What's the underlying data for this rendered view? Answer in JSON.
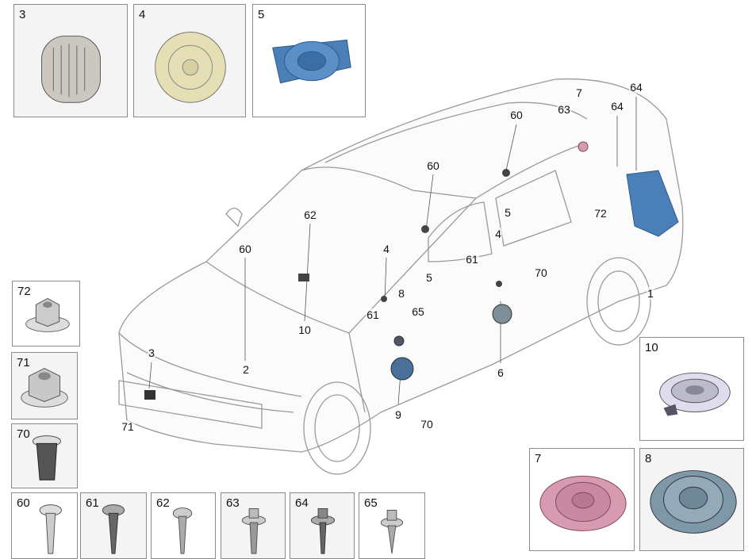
{
  "thumbnails": {
    "t3": "3",
    "t4": "4",
    "t5": "5",
    "t72": "72",
    "t71": "71",
    "t70": "70",
    "t60": "60",
    "t61": "61",
    "t62": "62",
    "t63": "63",
    "t64": "64",
    "t65": "65",
    "t10": "10",
    "t7": "7",
    "t8": "8"
  },
  "callouts": [
    "7",
    "63",
    "64",
    "64",
    "60",
    "60",
    "62",
    "60",
    "4",
    "5",
    "5",
    "4",
    "61",
    "70",
    "1",
    "72",
    "8",
    "65",
    "61",
    "10",
    "2",
    "3",
    "71",
    "9",
    "70",
    "6"
  ],
  "colors": {
    "speaker_blue": "#4a7fb8",
    "tweeter_beige": "#e6dfb5",
    "speaker_pink": "#d89ab0",
    "speaker_grey": "#7f98a8"
  }
}
